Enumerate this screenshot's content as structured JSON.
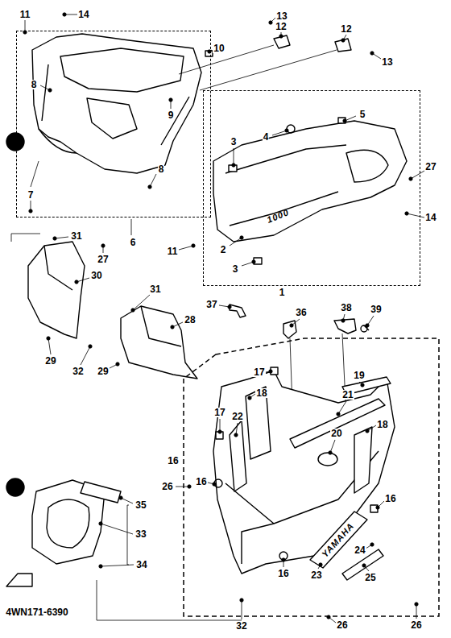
{
  "diagram": {
    "nodes": [
      {
        "text": [
          "6"
        ]
      },
      {
        "text": [
          "1"
        ]
      },
      {
        "text": [
          "16"
        ]
      }
    ],
    "labels": [
      "11",
      "14",
      "13",
      "12",
      "12",
      "13",
      "10",
      "8",
      "5",
      "9",
      "4",
      "3",
      "7",
      "8",
      "27",
      "14",
      "31",
      "11",
      "2",
      "27",
      "3",
      "30",
      "31",
      "37",
      "36",
      "38",
      "39",
      "28",
      "29",
      "32",
      "29",
      "17",
      "19",
      "18",
      "21",
      "17",
      "22",
      "18",
      "20",
      "26",
      "16",
      "16",
      "35",
      "33",
      "24",
      "34",
      "23",
      "16",
      "25",
      "4WN171-6390",
      "32",
      "26",
      "26",
      "YAMAHA",
      "1000"
    ]
  }
}
